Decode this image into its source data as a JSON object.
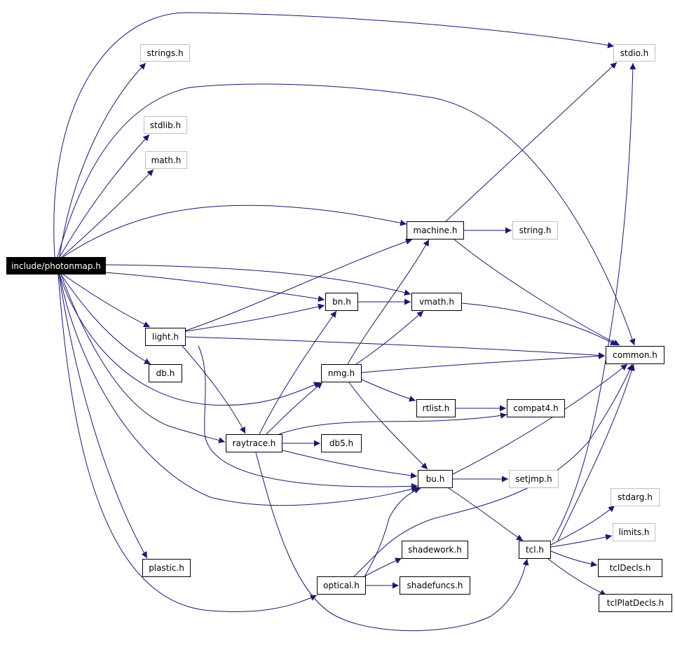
{
  "graph": {
    "nodes": [
      {
        "id": "photonmap",
        "label": "include/photonmap.h",
        "kind": "root"
      },
      {
        "id": "strings",
        "label": "strings.h",
        "kind": "external"
      },
      {
        "id": "stdio",
        "label": "stdio.h",
        "kind": "external"
      },
      {
        "id": "stdlib",
        "label": "stdlib.h",
        "kind": "external"
      },
      {
        "id": "math",
        "label": "math.h",
        "kind": "external"
      },
      {
        "id": "machine",
        "label": "machine.h",
        "kind": "file"
      },
      {
        "id": "string",
        "label": "string.h",
        "kind": "external"
      },
      {
        "id": "bn",
        "label": "bn.h",
        "kind": "file"
      },
      {
        "id": "vmath",
        "label": "vmath.h",
        "kind": "file"
      },
      {
        "id": "light",
        "label": "light.h",
        "kind": "file"
      },
      {
        "id": "common",
        "label": "common.h",
        "kind": "file"
      },
      {
        "id": "db",
        "label": "db.h",
        "kind": "file"
      },
      {
        "id": "nmg",
        "label": "nmg.h",
        "kind": "file"
      },
      {
        "id": "rtlist",
        "label": "rtlist.h",
        "kind": "file"
      },
      {
        "id": "compat4",
        "label": "compat4.h",
        "kind": "file"
      },
      {
        "id": "raytrace",
        "label": "raytrace.h",
        "kind": "file"
      },
      {
        "id": "db5",
        "label": "db5.h",
        "kind": "file"
      },
      {
        "id": "bu",
        "label": "bu.h",
        "kind": "file"
      },
      {
        "id": "setjmp",
        "label": "setjmp.h",
        "kind": "external"
      },
      {
        "id": "stdarg",
        "label": "stdarg.h",
        "kind": "external"
      },
      {
        "id": "limits",
        "label": "limits.h",
        "kind": "external"
      },
      {
        "id": "tcl",
        "label": "tcl.h",
        "kind": "file"
      },
      {
        "id": "shadework",
        "label": "shadework.h",
        "kind": "file"
      },
      {
        "id": "tclDecls",
        "label": "tclDecls.h",
        "kind": "file"
      },
      {
        "id": "plastic",
        "label": "plastic.h",
        "kind": "file"
      },
      {
        "id": "optical",
        "label": "optical.h",
        "kind": "file"
      },
      {
        "id": "shadefuncs",
        "label": "shadefuncs.h",
        "kind": "file"
      },
      {
        "id": "tclPlatDecls",
        "label": "tclPlatDecls.h",
        "kind": "file"
      }
    ],
    "edges": [
      {
        "from": "photonmap",
        "to": "strings"
      },
      {
        "from": "photonmap",
        "to": "stdio"
      },
      {
        "from": "photonmap",
        "to": "stdlib"
      },
      {
        "from": "photonmap",
        "to": "math"
      },
      {
        "from": "photonmap",
        "to": "machine"
      },
      {
        "from": "photonmap",
        "to": "bn"
      },
      {
        "from": "photonmap",
        "to": "vmath"
      },
      {
        "from": "photonmap",
        "to": "light"
      },
      {
        "from": "photonmap",
        "to": "common"
      },
      {
        "from": "photonmap",
        "to": "db"
      },
      {
        "from": "photonmap",
        "to": "nmg"
      },
      {
        "from": "photonmap",
        "to": "raytrace"
      },
      {
        "from": "photonmap",
        "to": "bu"
      },
      {
        "from": "photonmap",
        "to": "plastic"
      },
      {
        "from": "photonmap",
        "to": "optical"
      },
      {
        "from": "machine",
        "to": "string"
      },
      {
        "from": "machine",
        "to": "stdio"
      },
      {
        "from": "machine",
        "to": "common"
      },
      {
        "from": "bn",
        "to": "vmath"
      },
      {
        "from": "vmath",
        "to": "common"
      },
      {
        "from": "light",
        "to": "machine"
      },
      {
        "from": "light",
        "to": "bn"
      },
      {
        "from": "light",
        "to": "common"
      },
      {
        "from": "light",
        "to": "raytrace"
      },
      {
        "from": "light",
        "to": "bu"
      },
      {
        "from": "nmg",
        "to": "machine"
      },
      {
        "from": "nmg",
        "to": "vmath"
      },
      {
        "from": "nmg",
        "to": "common"
      },
      {
        "from": "nmg",
        "to": "rtlist"
      },
      {
        "from": "nmg",
        "to": "bu"
      },
      {
        "from": "rtlist",
        "to": "compat4"
      },
      {
        "from": "raytrace",
        "to": "bn"
      },
      {
        "from": "raytrace",
        "to": "nmg"
      },
      {
        "from": "raytrace",
        "to": "compat4"
      },
      {
        "from": "raytrace",
        "to": "db5"
      },
      {
        "from": "raytrace",
        "to": "bu"
      },
      {
        "from": "raytrace",
        "to": "tcl"
      },
      {
        "from": "bu",
        "to": "common"
      },
      {
        "from": "bu",
        "to": "setjmp"
      },
      {
        "from": "bu",
        "to": "tcl"
      },
      {
        "from": "tcl",
        "to": "stdio"
      },
      {
        "from": "tcl",
        "to": "common"
      },
      {
        "from": "tcl",
        "to": "stdarg"
      },
      {
        "from": "tcl",
        "to": "limits"
      },
      {
        "from": "tcl",
        "to": "tclDecls"
      },
      {
        "from": "tcl",
        "to": "tclPlatDecls"
      },
      {
        "from": "optical",
        "to": "common"
      },
      {
        "from": "optical",
        "to": "bu"
      },
      {
        "from": "optical",
        "to": "shadework"
      },
      {
        "from": "optical",
        "to": "shadefuncs"
      }
    ]
  }
}
